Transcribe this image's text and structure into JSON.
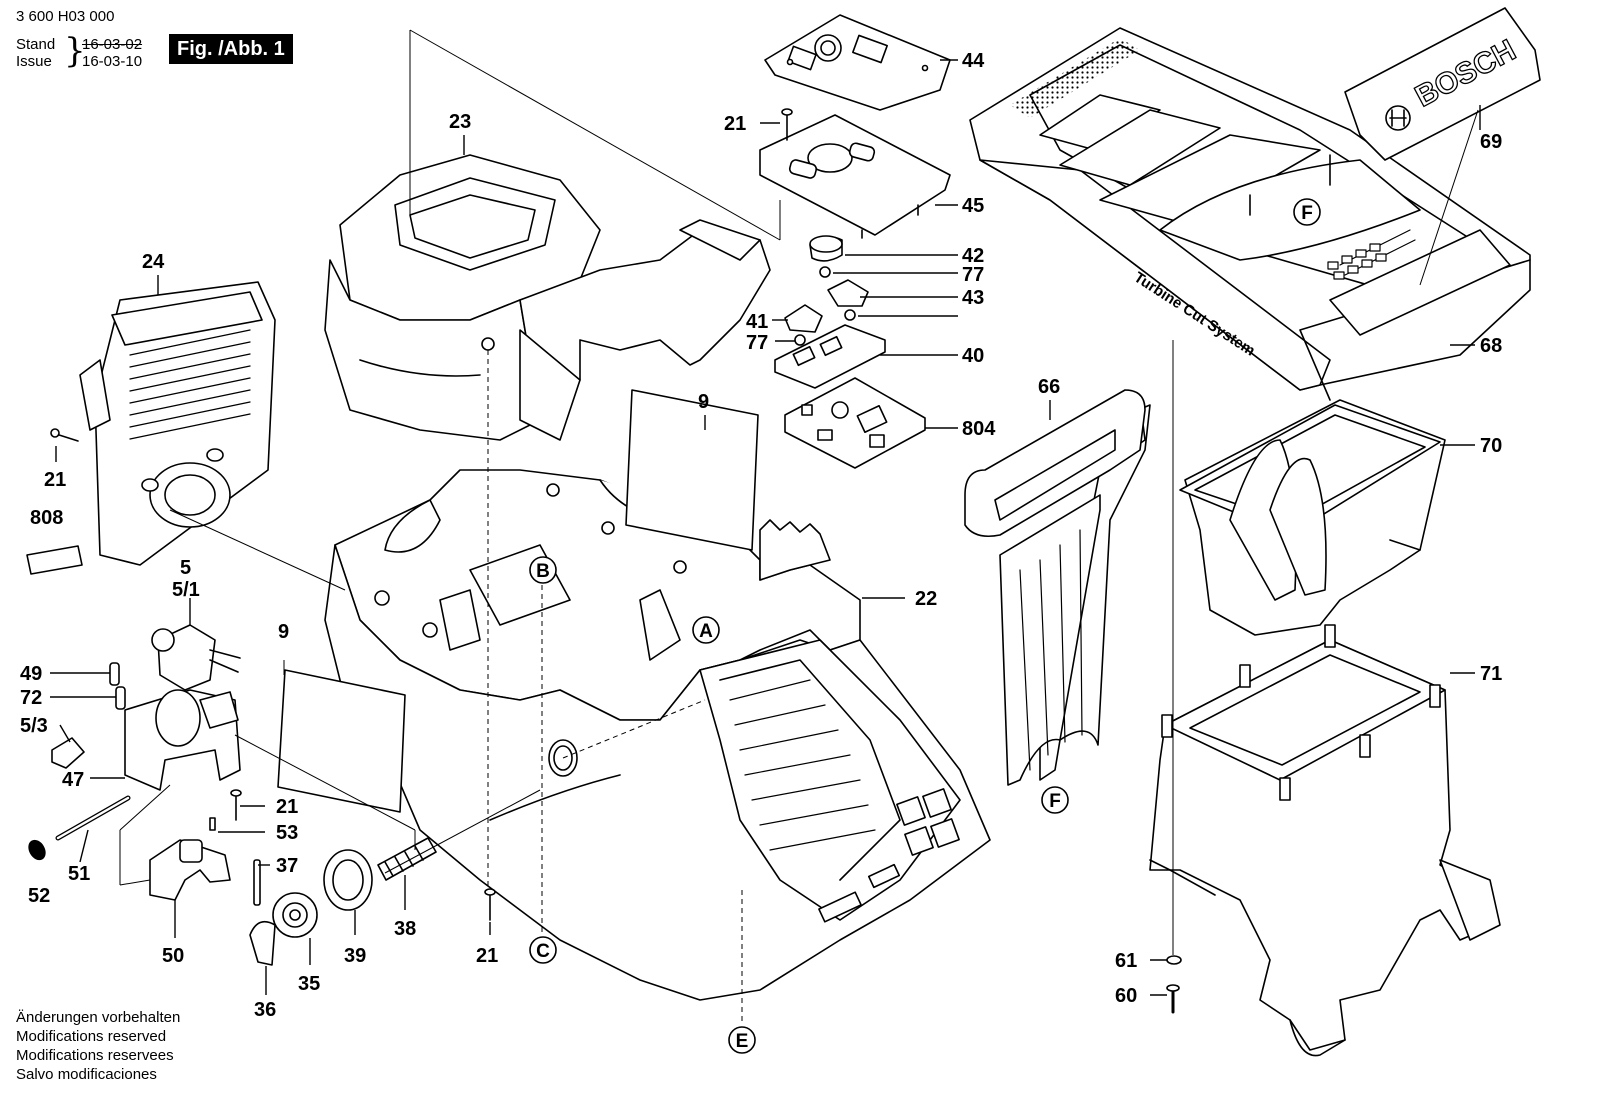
{
  "header": {
    "doc_number": "3 600 H03 000",
    "stand_label": "Stand",
    "issue_label": "Issue",
    "stand_date": "16-03-02",
    "issue_date": "16-03-10",
    "figure": "Fig. /Abb. 1"
  },
  "notes": [
    "Änderungen vorbehalten",
    "Modifications reserved",
    "Modifications reservees",
    "Salvo modificaciones"
  ],
  "brand": {
    "logo_text": "BOSCH",
    "surface_text": "Turbine Cut System"
  },
  "part_numbers": [
    "44",
    "21",
    "45",
    "42",
    "77",
    "43",
    "41",
    "77",
    "40",
    "804",
    "23",
    "24",
    "21",
    "808",
    "9",
    "66",
    "69",
    "68",
    "70",
    "22",
    "5",
    "5/1",
    "49",
    "72",
    "5/3",
    "47",
    "51",
    "52",
    "50",
    "9",
    "21",
    "53",
    "37",
    "36",
    "35",
    "39",
    "38",
    "21",
    "71",
    "61",
    "60"
  ],
  "connection_markers": [
    "A",
    "B",
    "C",
    "E",
    "F",
    "F"
  ],
  "colors": {
    "ink": "#000000",
    "paper": "#ffffff",
    "part_fill": "#ffffff",
    "shade": "#d9d9d9"
  }
}
